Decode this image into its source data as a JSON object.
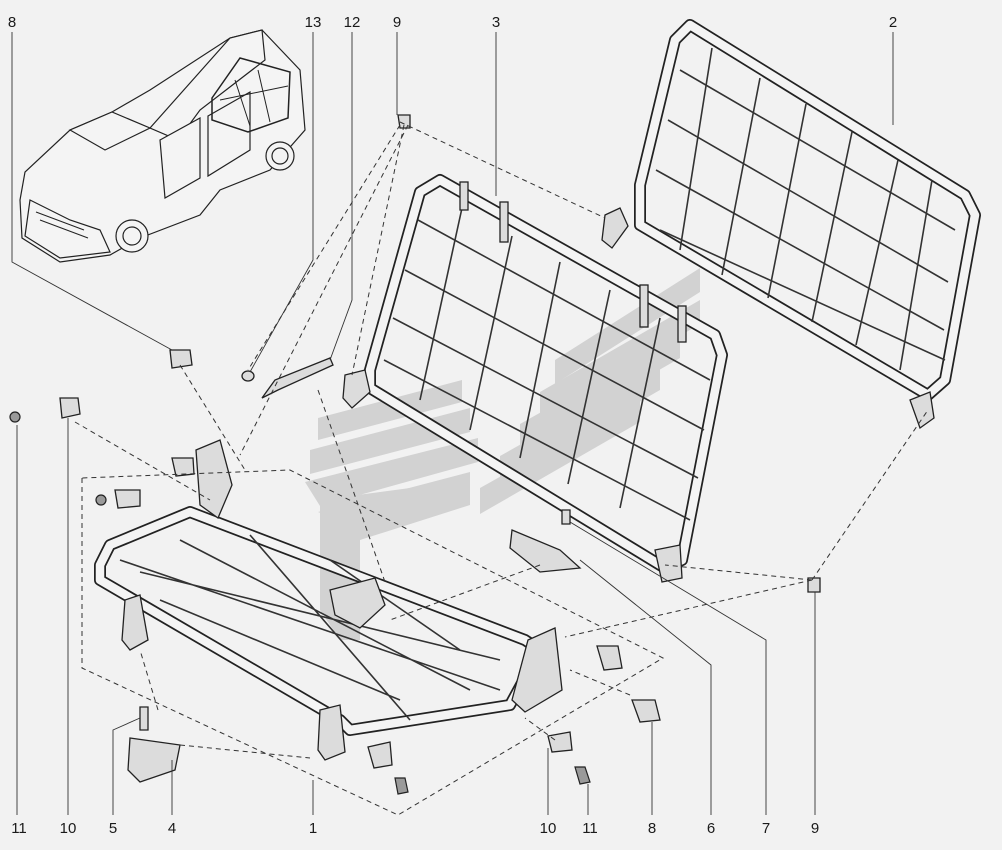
{
  "callouts": {
    "top": [
      {
        "id": "t8",
        "label": "8"
      },
      {
        "id": "t13",
        "label": "13"
      },
      {
        "id": "t12",
        "label": "12"
      },
      {
        "id": "t9",
        "label": "9"
      },
      {
        "id": "t3",
        "label": "3"
      },
      {
        "id": "t2",
        "label": "2"
      }
    ],
    "bottom": [
      {
        "id": "b11a",
        "label": "11"
      },
      {
        "id": "b10a",
        "label": "10"
      },
      {
        "id": "b5",
        "label": "5"
      },
      {
        "id": "b4",
        "label": "4"
      },
      {
        "id": "b1",
        "label": "1"
      },
      {
        "id": "b10b",
        "label": "10"
      },
      {
        "id": "b11b",
        "label": "11"
      },
      {
        "id": "b8",
        "label": "8"
      },
      {
        "id": "b6",
        "label": "6"
      },
      {
        "id": "b7",
        "label": "7"
      },
      {
        "id": "b9",
        "label": "9"
      }
    ]
  },
  "colors": {
    "background": "#f2f2f2",
    "line": "#222222",
    "watermark": "#c8c8c8"
  }
}
